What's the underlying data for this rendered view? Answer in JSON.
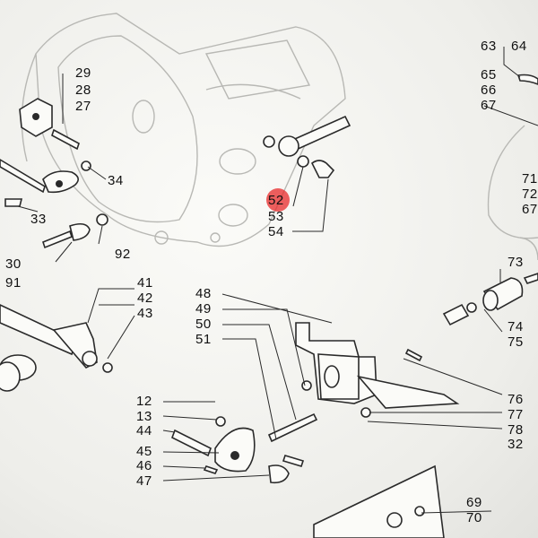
{
  "diagram": {
    "highlight_color": "#e82a2a",
    "highlighted_part": "52",
    "callouts": [
      {
        "id": "c29",
        "label": "29"
      },
      {
        "id": "c28",
        "label": "28"
      },
      {
        "id": "c27",
        "label": "27"
      },
      {
        "id": "c34",
        "label": "34"
      },
      {
        "id": "c33",
        "label": "33"
      },
      {
        "id": "c30",
        "label": "30"
      },
      {
        "id": "c91",
        "label": "91"
      },
      {
        "id": "c92",
        "label": "92"
      },
      {
        "id": "c52",
        "label": "52"
      },
      {
        "id": "c53",
        "label": "53"
      },
      {
        "id": "c54",
        "label": "54"
      },
      {
        "id": "c63",
        "label": "63"
      },
      {
        "id": "c64",
        "label": "64"
      },
      {
        "id": "c65",
        "label": "65"
      },
      {
        "id": "c66",
        "label": "66"
      },
      {
        "id": "c67",
        "label": "67"
      },
      {
        "id": "c71",
        "label": "71"
      },
      {
        "id": "c72",
        "label": "72"
      },
      {
        "id": "c67b",
        "label": "67"
      },
      {
        "id": "c73",
        "label": "73"
      },
      {
        "id": "c74",
        "label": "74"
      },
      {
        "id": "c75",
        "label": "75"
      },
      {
        "id": "c76",
        "label": "76"
      },
      {
        "id": "c77",
        "label": "77"
      },
      {
        "id": "c78",
        "label": "78"
      },
      {
        "id": "c32",
        "label": "32"
      },
      {
        "id": "c41",
        "label": "41"
      },
      {
        "id": "c42",
        "label": "42"
      },
      {
        "id": "c43",
        "label": "43"
      },
      {
        "id": "c48",
        "label": "48"
      },
      {
        "id": "c49",
        "label": "49"
      },
      {
        "id": "c50",
        "label": "50"
      },
      {
        "id": "c51",
        "label": "51"
      },
      {
        "id": "c12",
        "label": "12"
      },
      {
        "id": "c13",
        "label": "13"
      },
      {
        "id": "c44",
        "label": "44"
      },
      {
        "id": "c45",
        "label": "45"
      },
      {
        "id": "c46",
        "label": "46"
      },
      {
        "id": "c47",
        "label": "47"
      },
      {
        "id": "c69",
        "label": "69"
      },
      {
        "id": "c70",
        "label": "70"
      }
    ]
  }
}
